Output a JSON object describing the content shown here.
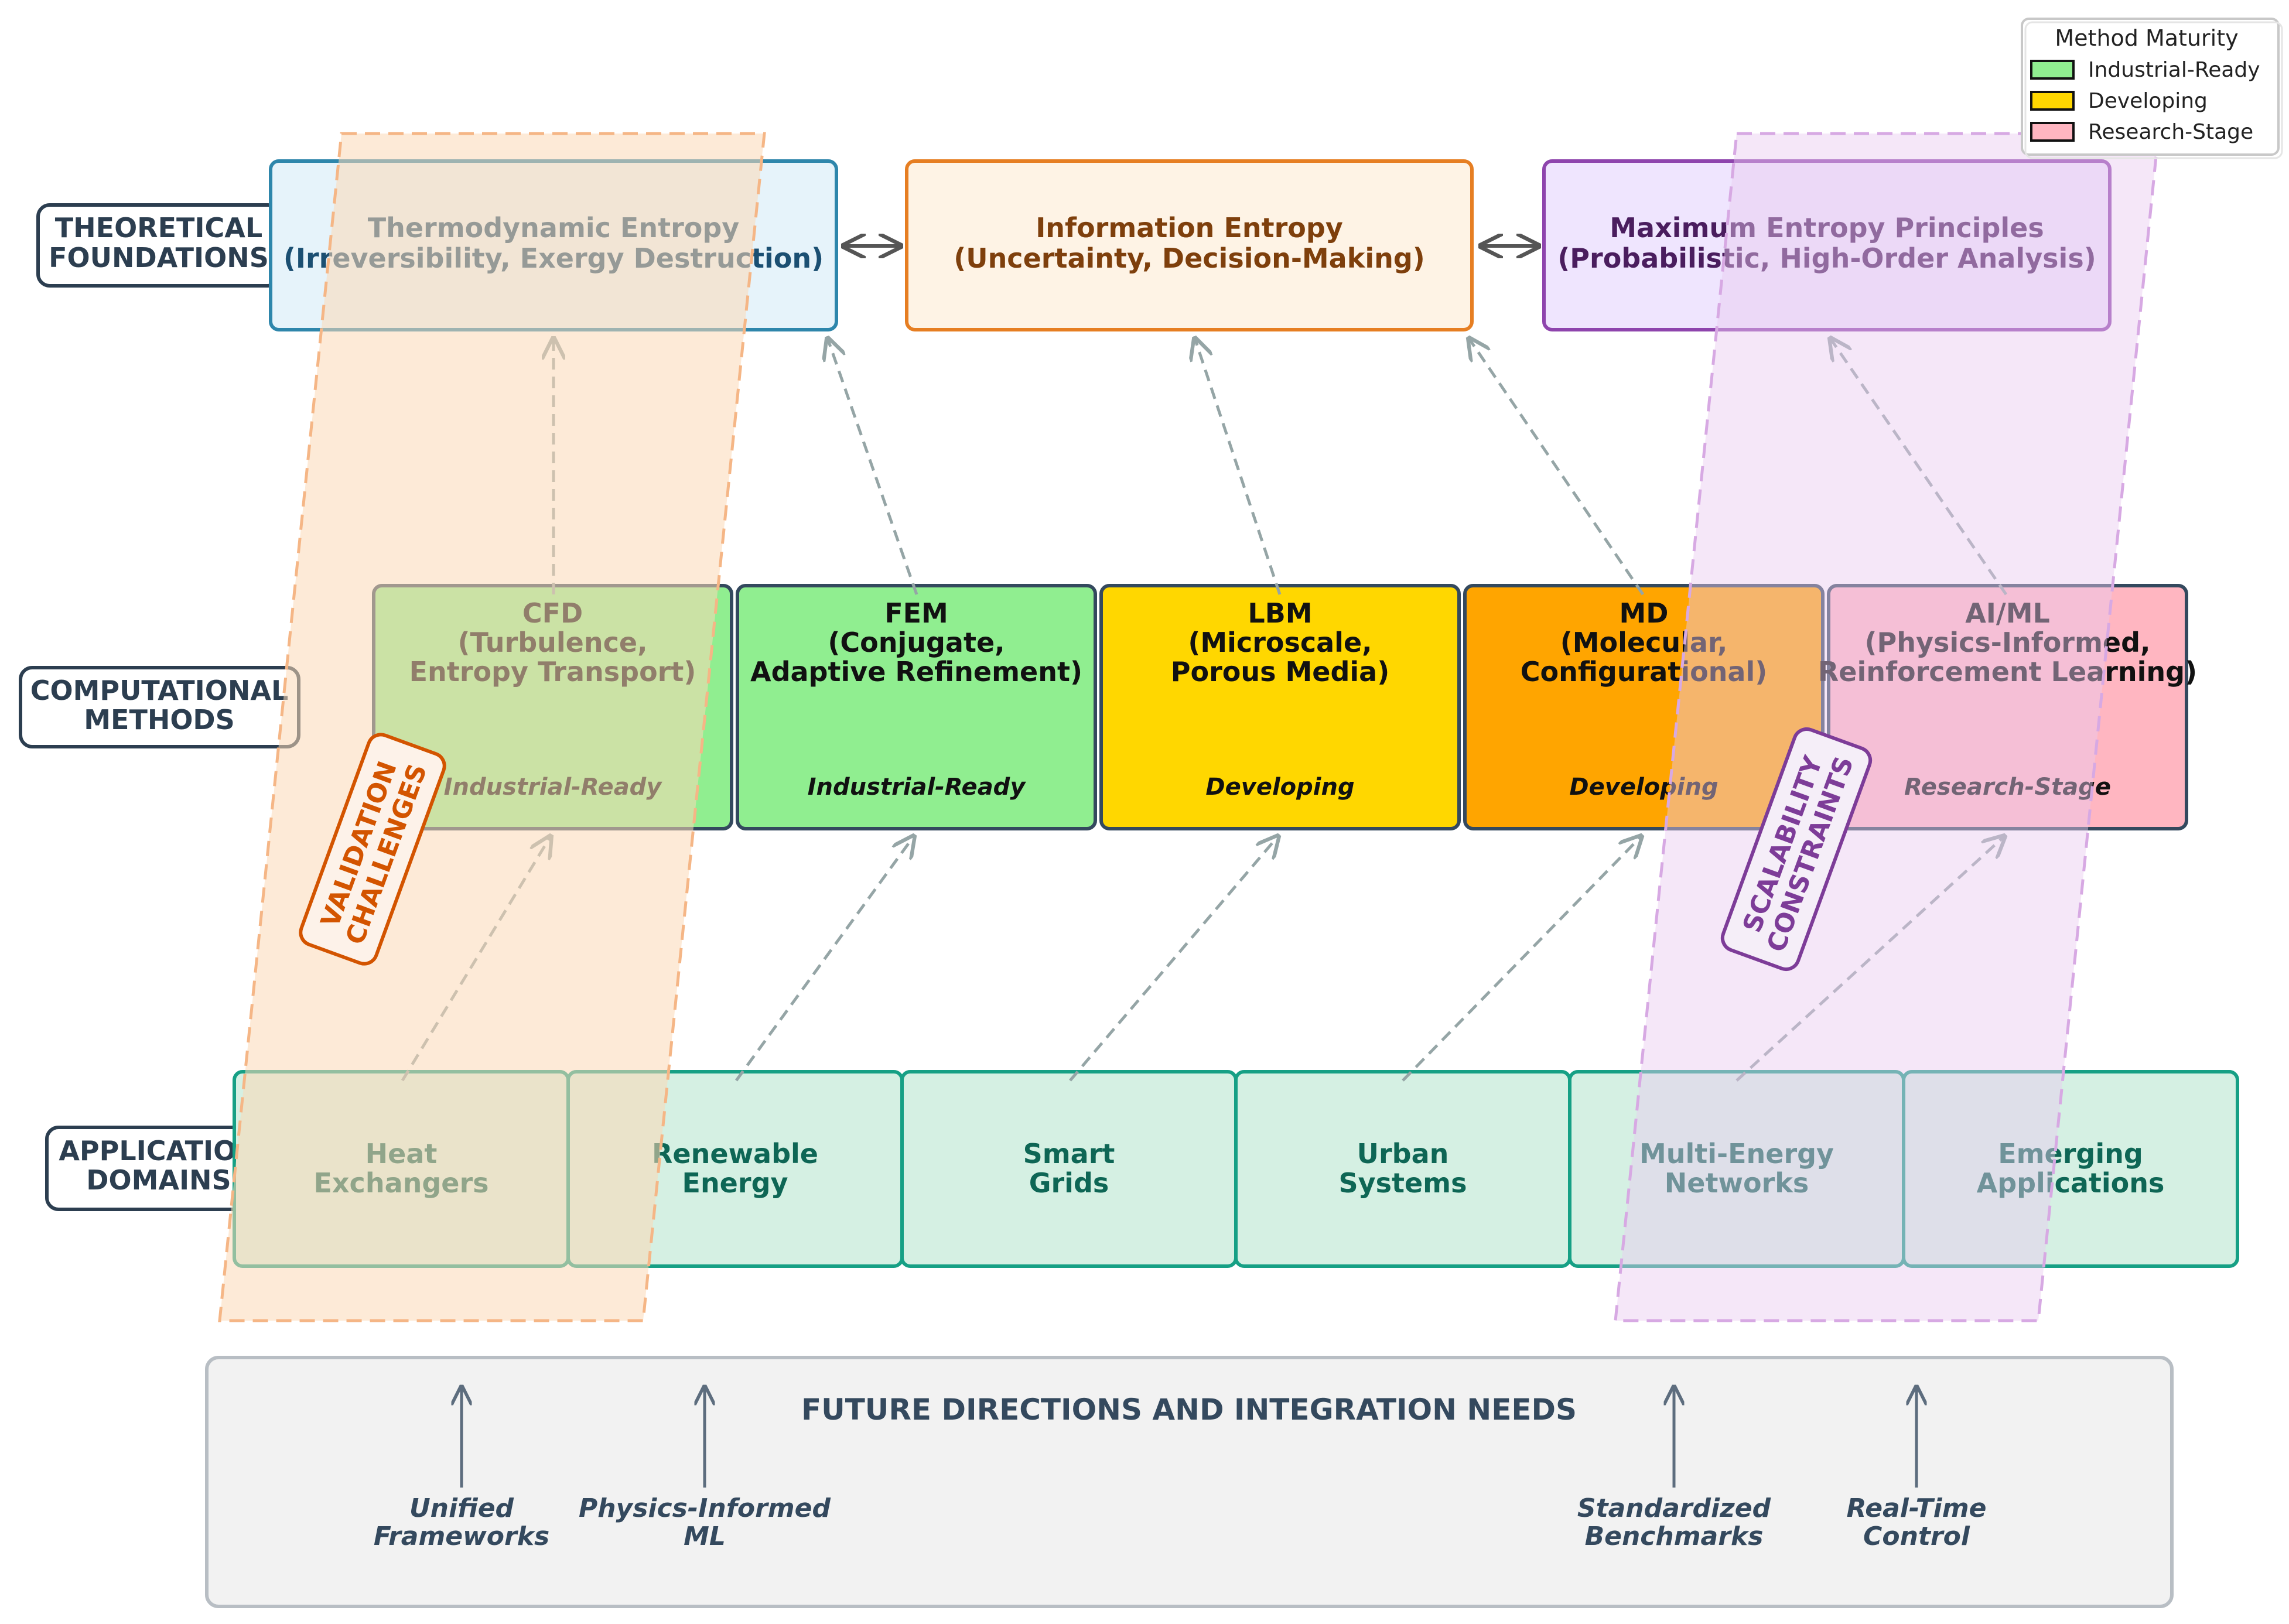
{
  "layers": {
    "theoretical": [
      "THEORETICAL",
      "FOUNDATIONS"
    ],
    "computational": [
      "COMPUTATIONAL",
      "METHODS"
    ],
    "application": [
      "APPLICATION",
      "DOMAINS"
    ]
  },
  "foundations": [
    {
      "id": "thermo",
      "lines": [
        "Thermodynamic Entropy",
        "(Irreversibility, Exergy Destruction)"
      ],
      "fill": "#e6f3fa",
      "stroke": "#2e86ab",
      "text": "#1b4f72"
    },
    {
      "id": "info",
      "lines": [
        "Information Entropy",
        "(Uncertainty, Decision-Making)"
      ],
      "fill": "#fef3e5",
      "stroke": "#e67e22",
      "text": "#7e3f0c"
    },
    {
      "id": "maxent",
      "lines": [
        "Maximum Entropy Principles",
        "(Probabilistic, High-Order Analysis)"
      ],
      "fill": "#efe5fe",
      "stroke": "#8e44ad",
      "text": "#4a1d5e"
    }
  ],
  "methods": [
    {
      "id": "cfd",
      "lines": [
        "CFD",
        "(Turbulence,",
        "Entropy Transport)"
      ],
      "maturity": "Industrial-Ready",
      "fill": "#90ee90"
    },
    {
      "id": "fem",
      "lines": [
        "FEM",
        "(Conjugate,",
        "Adaptive Refinement)"
      ],
      "maturity": "Industrial-Ready",
      "fill": "#90ee90"
    },
    {
      "id": "lbm",
      "lines": [
        "LBM",
        "(Microscale,",
        "Porous Media)"
      ],
      "maturity": "Developing",
      "fill": "#ffd700"
    },
    {
      "id": "md",
      "lines": [
        "MD",
        "(Molecular,",
        "Configurational)"
      ],
      "maturity": "Developing",
      "fill": "#ffa500"
    },
    {
      "id": "aiml",
      "lines": [
        "AI/ML",
        "(Physics-Informed,",
        "Reinforcement Learning)"
      ],
      "maturity": "Research-Stage",
      "fill": "#ffb6c1"
    }
  ],
  "applications": [
    {
      "id": "heat",
      "lines": [
        "Heat",
        "Exchangers"
      ]
    },
    {
      "id": "renew",
      "lines": [
        "Renewable",
        "Energy"
      ]
    },
    {
      "id": "grids",
      "lines": [
        "Smart",
        "Grids"
      ]
    },
    {
      "id": "urban",
      "lines": [
        "Urban",
        "Systems"
      ]
    },
    {
      "id": "multi",
      "lines": [
        "Multi-Energy",
        "Networks"
      ]
    },
    {
      "id": "emerging",
      "lines": [
        "Emerging",
        "Applications"
      ]
    }
  ],
  "challenges": {
    "validation": [
      "VALIDATION",
      "CHALLENGES"
    ],
    "scalability": [
      "SCALABILITY",
      "CONSTRAINTS"
    ]
  },
  "future": {
    "title": "FUTURE DIRECTIONS AND INTEGRATION NEEDS",
    "items": [
      {
        "id": "unified",
        "lines": [
          "Unified",
          "Frameworks"
        ]
      },
      {
        "id": "piml",
        "lines": [
          "Physics-Informed",
          "ML"
        ]
      },
      {
        "id": "bench",
        "lines": [
          "Standardized",
          "Benchmarks"
        ]
      },
      {
        "id": "rtc",
        "lines": [
          "Real-Time",
          "Control"
        ]
      }
    ]
  },
  "legend": {
    "title": "Method Maturity",
    "items": [
      {
        "label": "Industrial-Ready",
        "color": "#90ee90"
      },
      {
        "label": "Developing",
        "color": "#ffd700"
      },
      {
        "label": "Research-Stage",
        "color": "#ffb6c1"
      }
    ]
  },
  "colors": {
    "app_fill": "#d5f0e3",
    "app_stroke": "#16a085",
    "app_text": "#0e6655",
    "method_stroke": "#34495e",
    "label_stroke": "#2c3e50",
    "arrow": "#95a5a6",
    "validation": "#d35400",
    "validation_band": "#fbd9b6",
    "scalability": "#7d3c98",
    "scalability_band": "#e8c9ef",
    "future_fill": "#f2f2f2",
    "future_stroke": "#b8bec4",
    "future_text": "#34495e"
  }
}
